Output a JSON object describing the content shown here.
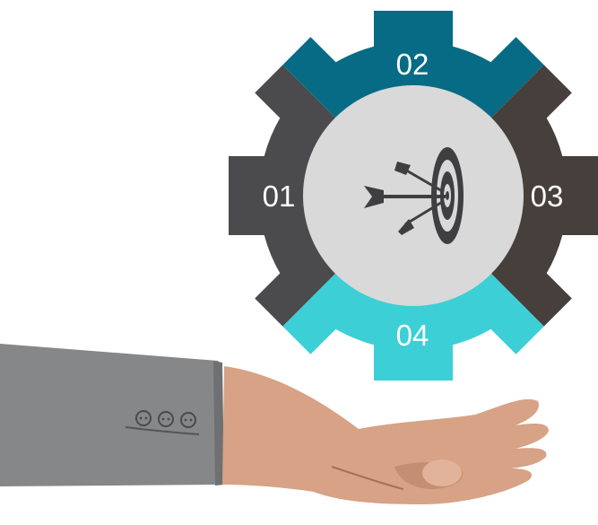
{
  "gear": {
    "segments": [
      {
        "label": "01",
        "color": "#4b4b4d"
      },
      {
        "label": "02",
        "color": "#076b85"
      },
      {
        "label": "03",
        "color": "#463f3c"
      },
      {
        "label": "04",
        "color": "#3ccfd6"
      }
    ],
    "hub_color": "#d9d9d9",
    "center_icon": "target-arrows-icon"
  },
  "illustration": {
    "hand": "open-palm-hand",
    "sleeve": "grey-suit-sleeve-with-three-buttons",
    "skin_color": "#d7a285",
    "sleeve_color": "#858789"
  }
}
